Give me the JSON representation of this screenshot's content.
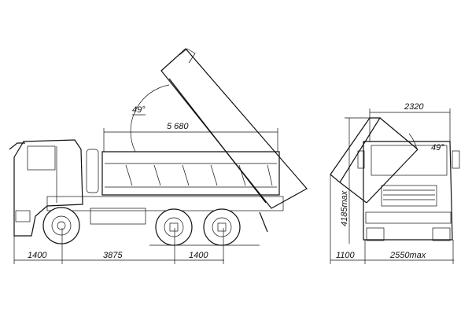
{
  "side_view": {
    "tip_angle": "49°",
    "body_length": "5 680",
    "front_overhang": "1400",
    "wheelbase": "3875",
    "rear_axle_spacing": "1400"
  },
  "front_view": {
    "body_width": "2320",
    "tip_angle": "49°",
    "max_height": "4185max",
    "side_clearance": "1100",
    "max_width": "2550max"
  }
}
